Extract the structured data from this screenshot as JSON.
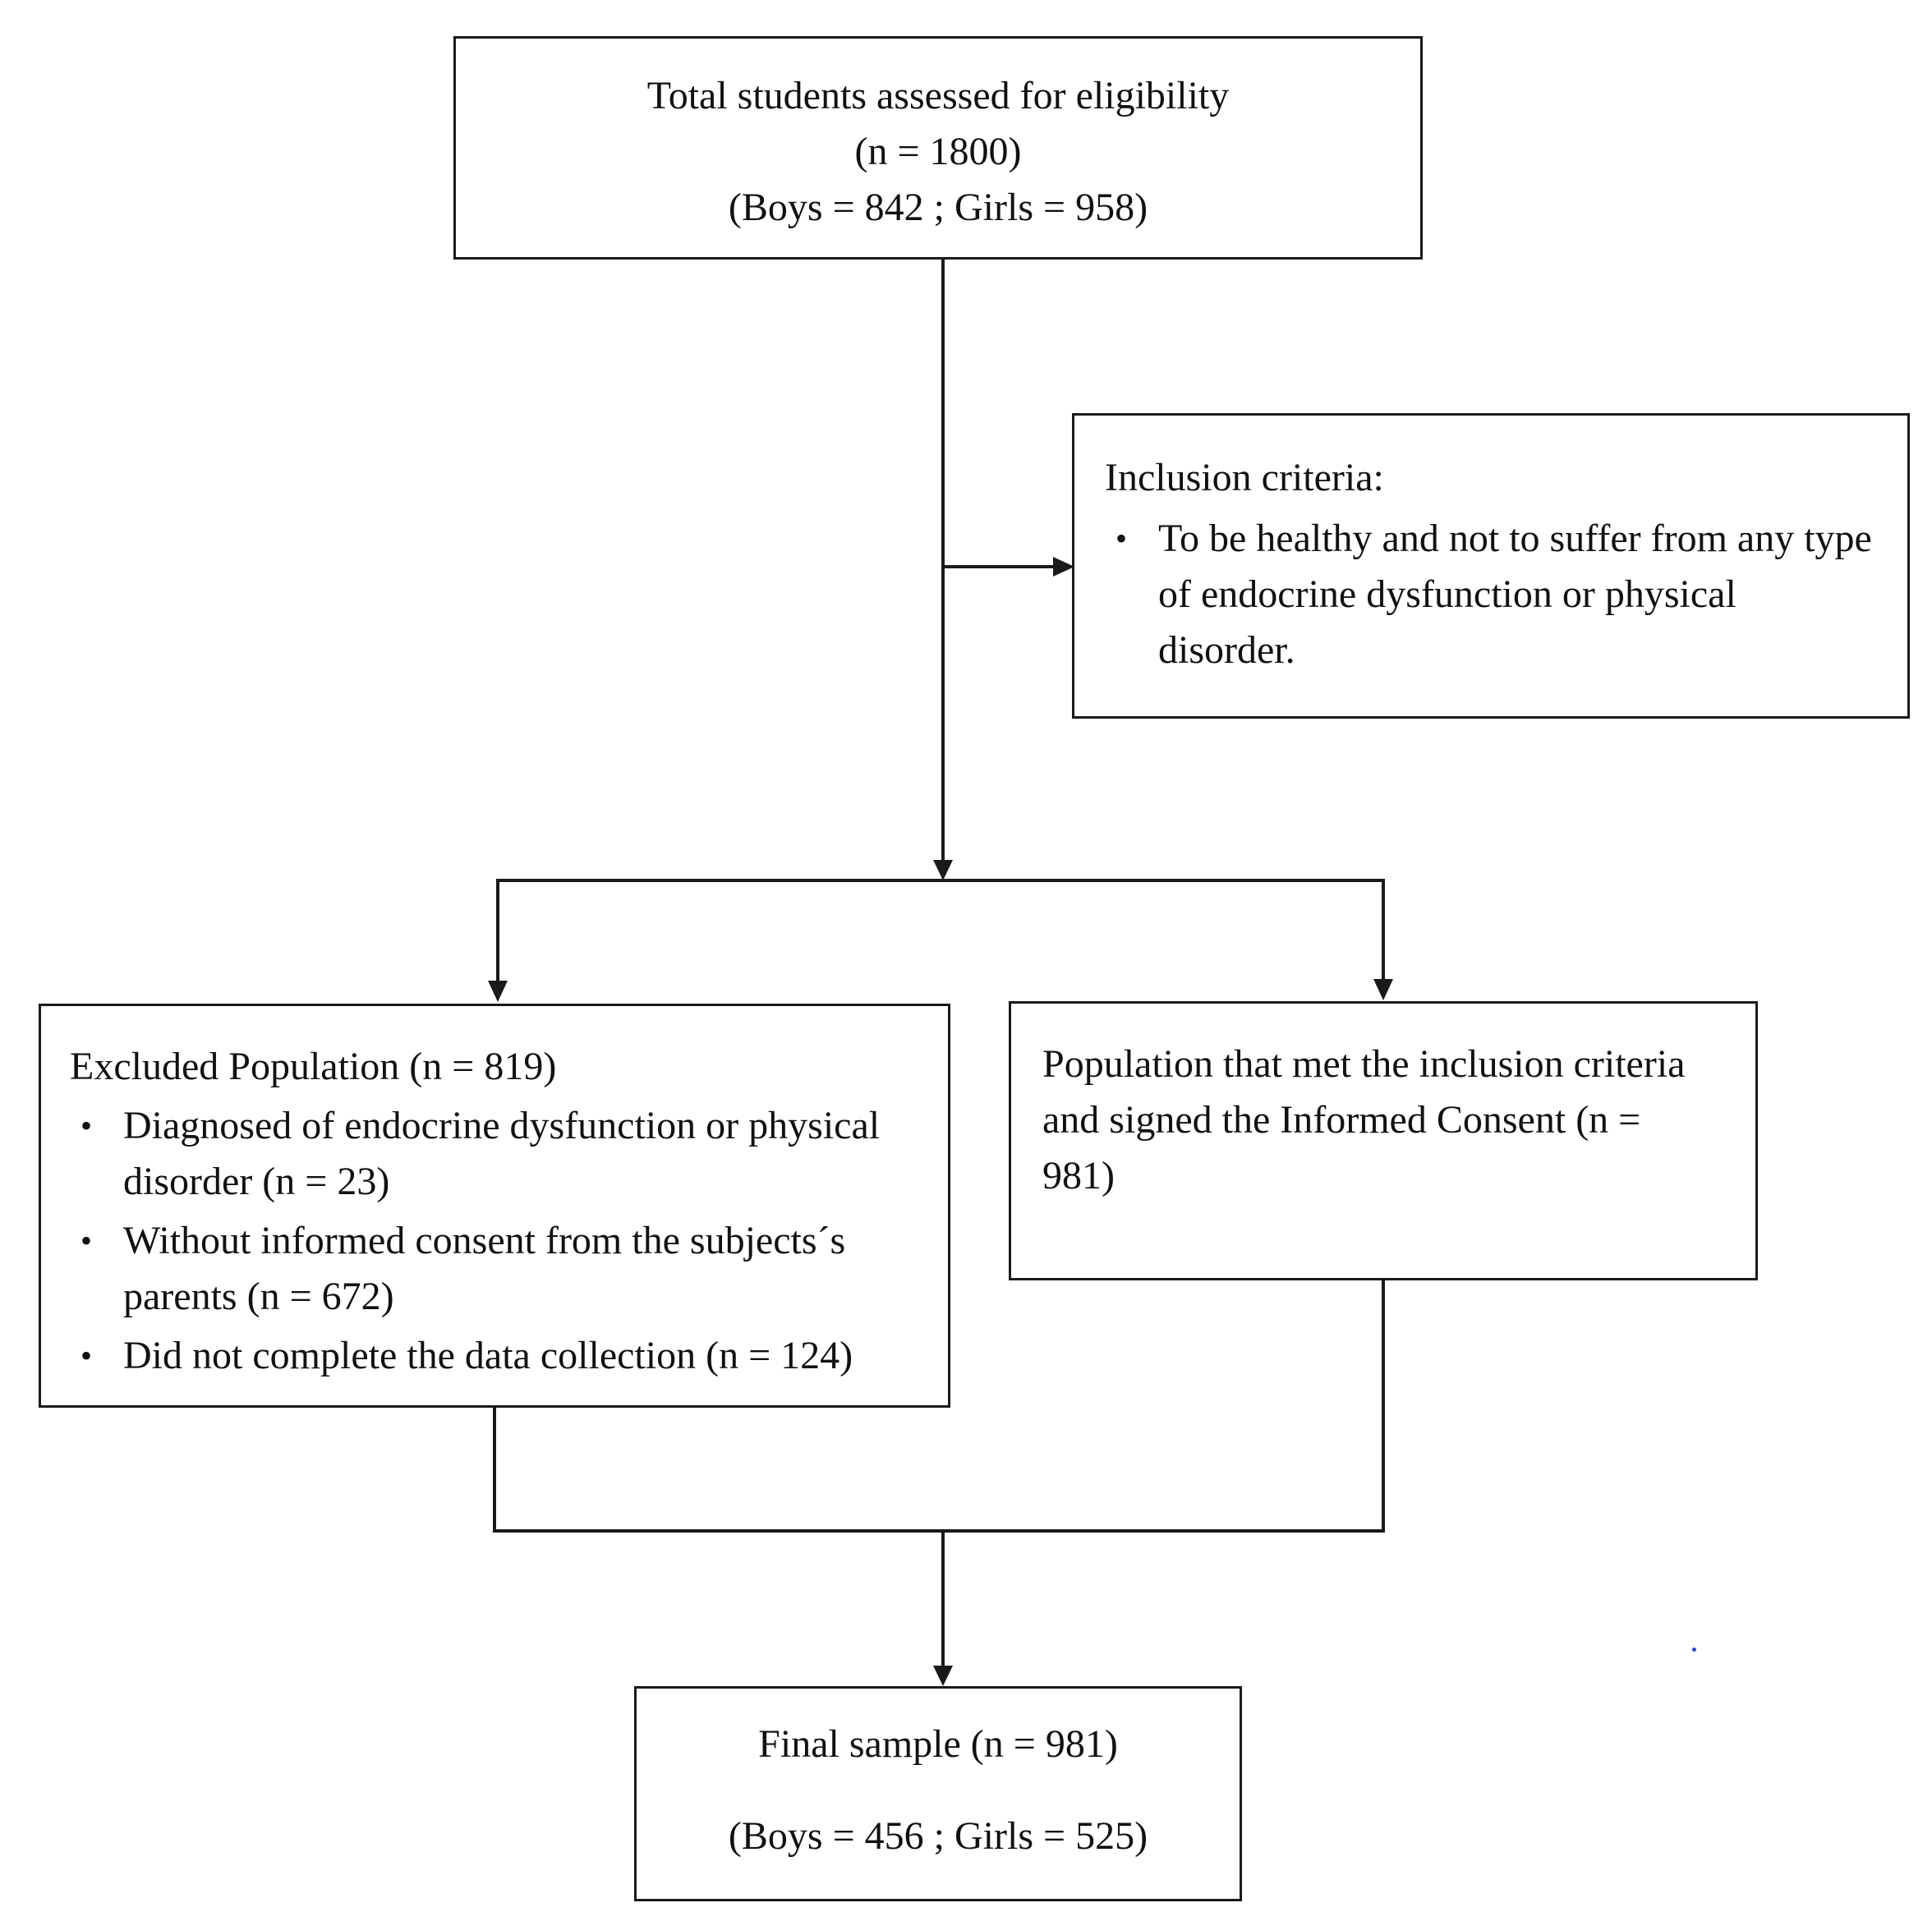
{
  "boxes": {
    "total": {
      "line1": "Total students assessed for eligibility",
      "line2": "(n = 1800)",
      "line3": "(Boys = 842 ; Girls = 958)"
    },
    "inclusion": {
      "heading": "Inclusion criteria:",
      "items": [
        "To be healthy and not to suffer from any type of endocrine dysfunction or physical disorder."
      ]
    },
    "excluded": {
      "heading": "Excluded Population (n = 819)",
      "items": [
        "Diagnosed of endocrine dysfunction or physical disorder (n = 23)",
        "Without informed consent from the subjects´s parents (n = 672)",
        "Did not complete the data collection (n = 124)"
      ]
    },
    "met": {
      "text": "Population that met the inclusion criteria and signed the Informed Consent  (n = 981)"
    },
    "final": {
      "line1": "Final sample (n = 981)",
      "line2": "(Boys = 456 ; Girls = 525)"
    }
  },
  "bullet_glyph": "•",
  "colors": {
    "line": "#1a1a1a",
    "background": "#ffffff",
    "text": "#111111",
    "stray_dot": "#2a48c8"
  }
}
